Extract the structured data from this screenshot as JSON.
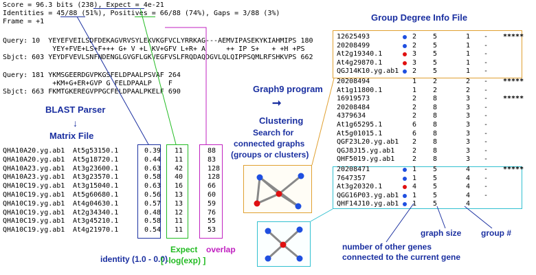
{
  "blast": {
    "line1": "Score = 96.3 bits (238), Expect = 4e-21",
    "line2": "Identities = 45/88 (51%), Positives = 66/88 (74%), Gaps = 3/88 (3%)",
    "line3": "Frame = +1",
    "alignment1": [
      "Query: 10  YEYEFVEILSDFDEKAGVRVSYLEKVKGFVCLYRRKAG---AEMVIPASEKYKIAHMIPS 180",
      "            YEY+FVE+LS+F+++ G+ V +L KV+GFV L+R+ A     ++ IP S+   + +H +PS",
      "Sbjct: 603 YEYDFVEVLSNFNDENGLGVGFLGKVEGFVSLFRQDAQDGVLQLQIPPSQMLRFSHKVPS 662"
    ],
    "alignment2": [
      "Query: 181 YKMSGEERDGVPKGSFELDPAALPSVAF 264",
      "            +KM+G+ER+GVP G FELDPAALP    F",
      "Sbjct: 663 FKMTGKEREGVPPGCFELDPAALPKELF 690"
    ]
  },
  "labels": {
    "blast_parser": "BLAST Parser",
    "matrix_file": "Matrix File",
    "graph9_program": "Graph9 program",
    "clustering": "Clustering",
    "search_line1": "Search for",
    "search_line2": "connected graphs",
    "search_line3": "(groups or clusters)",
    "group_degree_title": "Group Degree Info File",
    "identity_label": "identity (1.0 - 0.0)",
    "expect_label1": "Expect",
    "expect_label2": "[ -log(exp) ]",
    "overlap_label": "overlap",
    "graph_size_label": "graph size",
    "group_num_label": "group #",
    "other_genes_line1": "number of other genes",
    "other_genes_line2": "connected to the current gene"
  },
  "matrix_rows": [
    {
      "q": "QHA10A20.yg.ab1",
      "s": "At5g53150.1",
      "id": "0.39",
      "e": "11",
      "o": "88"
    },
    {
      "q": "QHA10A20.yg.ab1",
      "s": "At5g18720.1",
      "id": "0.44",
      "e": "11",
      "o": "83"
    },
    {
      "q": "QHA10A23.yg.ab1",
      "s": "At3g23600.1",
      "id": "0.63",
      "e": "42",
      "o": "128"
    },
    {
      "q": "QHA10A23.yg.ab1",
      "s": "At3g23570.1",
      "id": "0.58",
      "e": "40",
      "o": "128"
    },
    {
      "q": "QHA10C19.yg.ab1",
      "s": "At3g15040.1",
      "id": "0.63",
      "e": "16",
      "o": "66"
    },
    {
      "q": "QHA10C19.yg.ab1",
      "s": "At5g60680.1",
      "id": "0.56",
      "e": "13",
      "o": "60"
    },
    {
      "q": "QHA10C19.yg.ab1",
      "s": "At4g04630.1",
      "id": "0.57",
      "e": "13",
      "o": "59"
    },
    {
      "q": "QHA10C19.yg.ab1",
      "s": "At2g34340.1",
      "id": "0.48",
      "e": "12",
      "o": "76"
    },
    {
      "q": "QHA10C19.yg.ab1",
      "s": "At3g45210.1",
      "id": "0.58",
      "e": "11",
      "o": "55"
    },
    {
      "q": "QHA10C19.yg.ab1",
      "s": "At4g21970.1",
      "id": "0.54",
      "e": "11",
      "o": "53"
    }
  ],
  "group_rows": [
    {
      "name": "12625493",
      "dot": "#1f4fe0",
      "c1": "2",
      "c2": "5",
      "c3": "1",
      "dash": "-",
      "mark": "*****"
    },
    {
      "name": "20208499",
      "dot": "#1f4fe0",
      "c1": "2",
      "c2": "5",
      "c3": "1",
      "dash": "-",
      "mark": ""
    },
    {
      "name": "At2g19340.1",
      "dot": "#e01010",
      "c1": "3",
      "c2": "5",
      "c3": "1",
      "dash": "-",
      "mark": ""
    },
    {
      "name": "At4g29870.1",
      "dot": "#e01010",
      "c1": "3",
      "c2": "5",
      "c3": "1",
      "dash": "-",
      "mark": ""
    },
    {
      "name": "QGJ14K10.yg.ab1",
      "dot": "#1f4fe0",
      "c1": "2",
      "c2": "5",
      "c3": "1",
      "dash": "-",
      "mark": ""
    },
    {
      "name": "20208494",
      "dot": "",
      "c1": "1",
      "c2": "2",
      "c3": "2",
      "dash": "-",
      "mark": "*****"
    },
    {
      "name": "At1g11800.1",
      "dot": "",
      "c1": "1",
      "c2": "2",
      "c3": "2",
      "dash": "-",
      "mark": ""
    },
    {
      "name": "16919573",
      "dot": "",
      "c1": "2",
      "c2": "8",
      "c3": "3",
      "dash": "-",
      "mark": "*****"
    },
    {
      "name": "20208484",
      "dot": "",
      "c1": "2",
      "c2": "8",
      "c3": "3",
      "dash": "-",
      "mark": ""
    },
    {
      "name": "4379634",
      "dot": "",
      "c1": "2",
      "c2": "8",
      "c3": "3",
      "dash": "-",
      "mark": ""
    },
    {
      "name": "At1g65295.1",
      "dot": "",
      "c1": "6",
      "c2": "8",
      "c3": "3",
      "dash": "-",
      "mark": ""
    },
    {
      "name": "At5g01015.1",
      "dot": "",
      "c1": "6",
      "c2": "8",
      "c3": "3",
      "dash": "-",
      "mark": ""
    },
    {
      "name": "QGF23L20.yg.ab1",
      "dot": "",
      "c1": "2",
      "c2": "8",
      "c3": "3",
      "dash": "-",
      "mark": ""
    },
    {
      "name": "QGJ8J15.yg.ab1",
      "dot": "",
      "c1": "2",
      "c2": "8",
      "c3": "3",
      "dash": "-",
      "mark": ""
    },
    {
      "name": "QHF5019.yg.ab1",
      "dot": "",
      "c1": "2",
      "c2": "8",
      "c3": "3",
      "dash": "-",
      "mark": ""
    },
    {
      "name": "20208471",
      "dot": "#1f4fe0",
      "c1": "1",
      "c2": "5",
      "c3": "4",
      "dash": "-",
      "mark": "*****"
    },
    {
      "name": "7647357",
      "dot": "#1f4fe0",
      "c1": "1",
      "c2": "5",
      "c3": "4",
      "dash": "-",
      "mark": ""
    },
    {
      "name": "At3g20320.1",
      "dot": "#e01010",
      "c1": "4",
      "c2": "5",
      "c3": "4",
      "dash": "-",
      "mark": ""
    },
    {
      "name": "QGG16P03.yg.ab1",
      "dot": "#1f4fe0",
      "c1": "1",
      "c2": "5",
      "c3": "4",
      "dash": "-",
      "mark": ""
    },
    {
      "name": "QHF14J10.yg.ab1",
      "dot": "#1f4fe0",
      "c1": "1",
      "c2": "5",
      "c3": "4",
      "dash": "",
      "mark": ""
    }
  ],
  "colors": {
    "navy": "#1a2fa0",
    "green": "#22bb22",
    "magenta": "#c020c0",
    "orange": "#e0a030",
    "cyan": "#30c0d0",
    "node_blue": "#1f4fe0",
    "node_red": "#e01010"
  }
}
